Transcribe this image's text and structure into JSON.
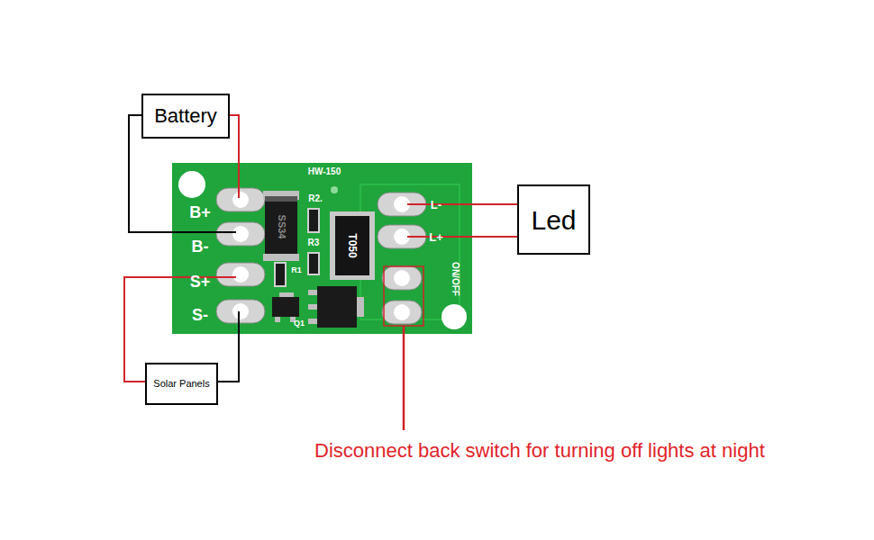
{
  "diagram": {
    "nodes": [
      {
        "text": [
          "Battery"
        ]
      },
      {
        "text": [
          "Led"
        ]
      },
      {
        "text": [
          "Solar Panels"
        ]
      }
    ],
    "labels": [
      "HW-150",
      "B+",
      "B-",
      "S+",
      "S-",
      "R2.",
      "R3",
      "R1",
      "Q1",
      "SS34",
      "T050",
      "L-",
      "L+",
      "ON/OFF",
      "Disconnect back switch for turning off lights at night"
    ]
  }
}
